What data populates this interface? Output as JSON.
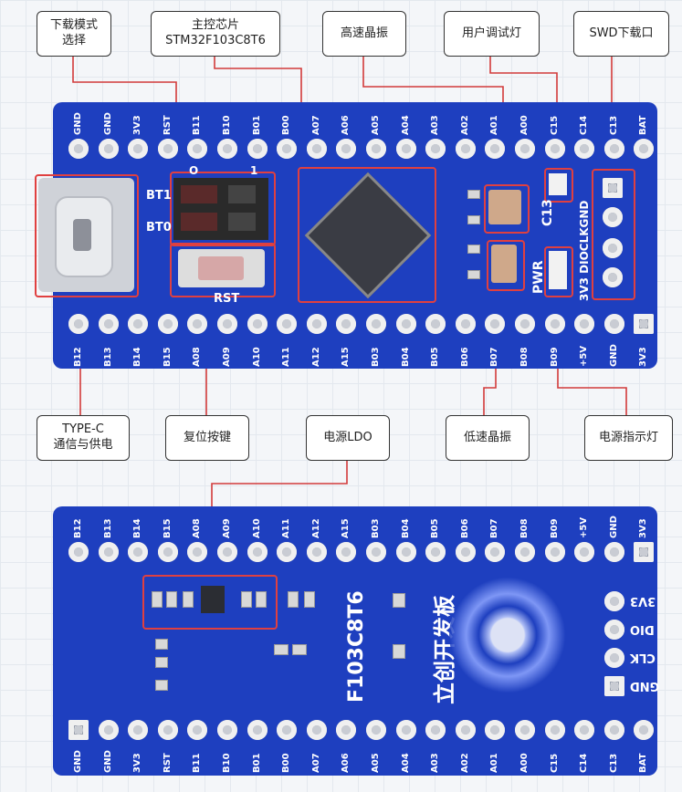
{
  "callouts": {
    "download_mode": "下载模式\n选择",
    "main_chip": "主控芯片\nSTM32F103C8T6",
    "hse": "高速晶振",
    "user_led": "用户调试灯",
    "swd": "SWD下载口",
    "typec": "TYPE-C\n通信与供电",
    "reset": "复位按键",
    "ldo": "电源LDO",
    "lse": "低速晶振",
    "pwr_led": "电源指示灯"
  },
  "board1": {
    "top_pins": [
      "GND",
      "GND",
      "3V3",
      "RST",
      "B11",
      "B10",
      "B01",
      "B00",
      "A07",
      "A06",
      "A05",
      "A04",
      "A03",
      "A02",
      "A01",
      "A00",
      "C15",
      "C14",
      "C13",
      "BAT"
    ],
    "bottom_pins": [
      "B12",
      "B13",
      "B14",
      "B15",
      "A08",
      "A09",
      "A10",
      "A11",
      "A12",
      "A15",
      "B03",
      "B04",
      "B05",
      "B06",
      "B07",
      "B08",
      "B09",
      "+5V",
      "GND",
      "3V3"
    ],
    "labels": {
      "bt1": "BT1",
      "bt0": "BT0",
      "o": "O",
      "one": "1",
      "rst": "RST",
      "c13": "C13",
      "pwr": "PWR",
      "swd": "3V3 DIOCLKGND"
    }
  },
  "board2": {
    "top_pins": [
      "B12",
      "B13",
      "B14",
      "B15",
      "A08",
      "A09",
      "A10",
      "A11",
      "A12",
      "A15",
      "B03",
      "B04",
      "B05",
      "B06",
      "B07",
      "B08",
      "B09",
      "+5V",
      "GND",
      "3V3"
    ],
    "bottom_pins": [
      "GND",
      "GND",
      "3V3",
      "RST",
      "B11",
      "B10",
      "B01",
      "B00",
      "A07",
      "A06",
      "A05",
      "A04",
      "A03",
      "A02",
      "A01",
      "A00",
      "C15",
      "C14",
      "C13",
      "BAT"
    ],
    "model": "F103C8T6",
    "brand": "立创开发板",
    "swd_pins": [
      "3V3",
      "DIO",
      "CLK",
      "GND"
    ]
  }
}
